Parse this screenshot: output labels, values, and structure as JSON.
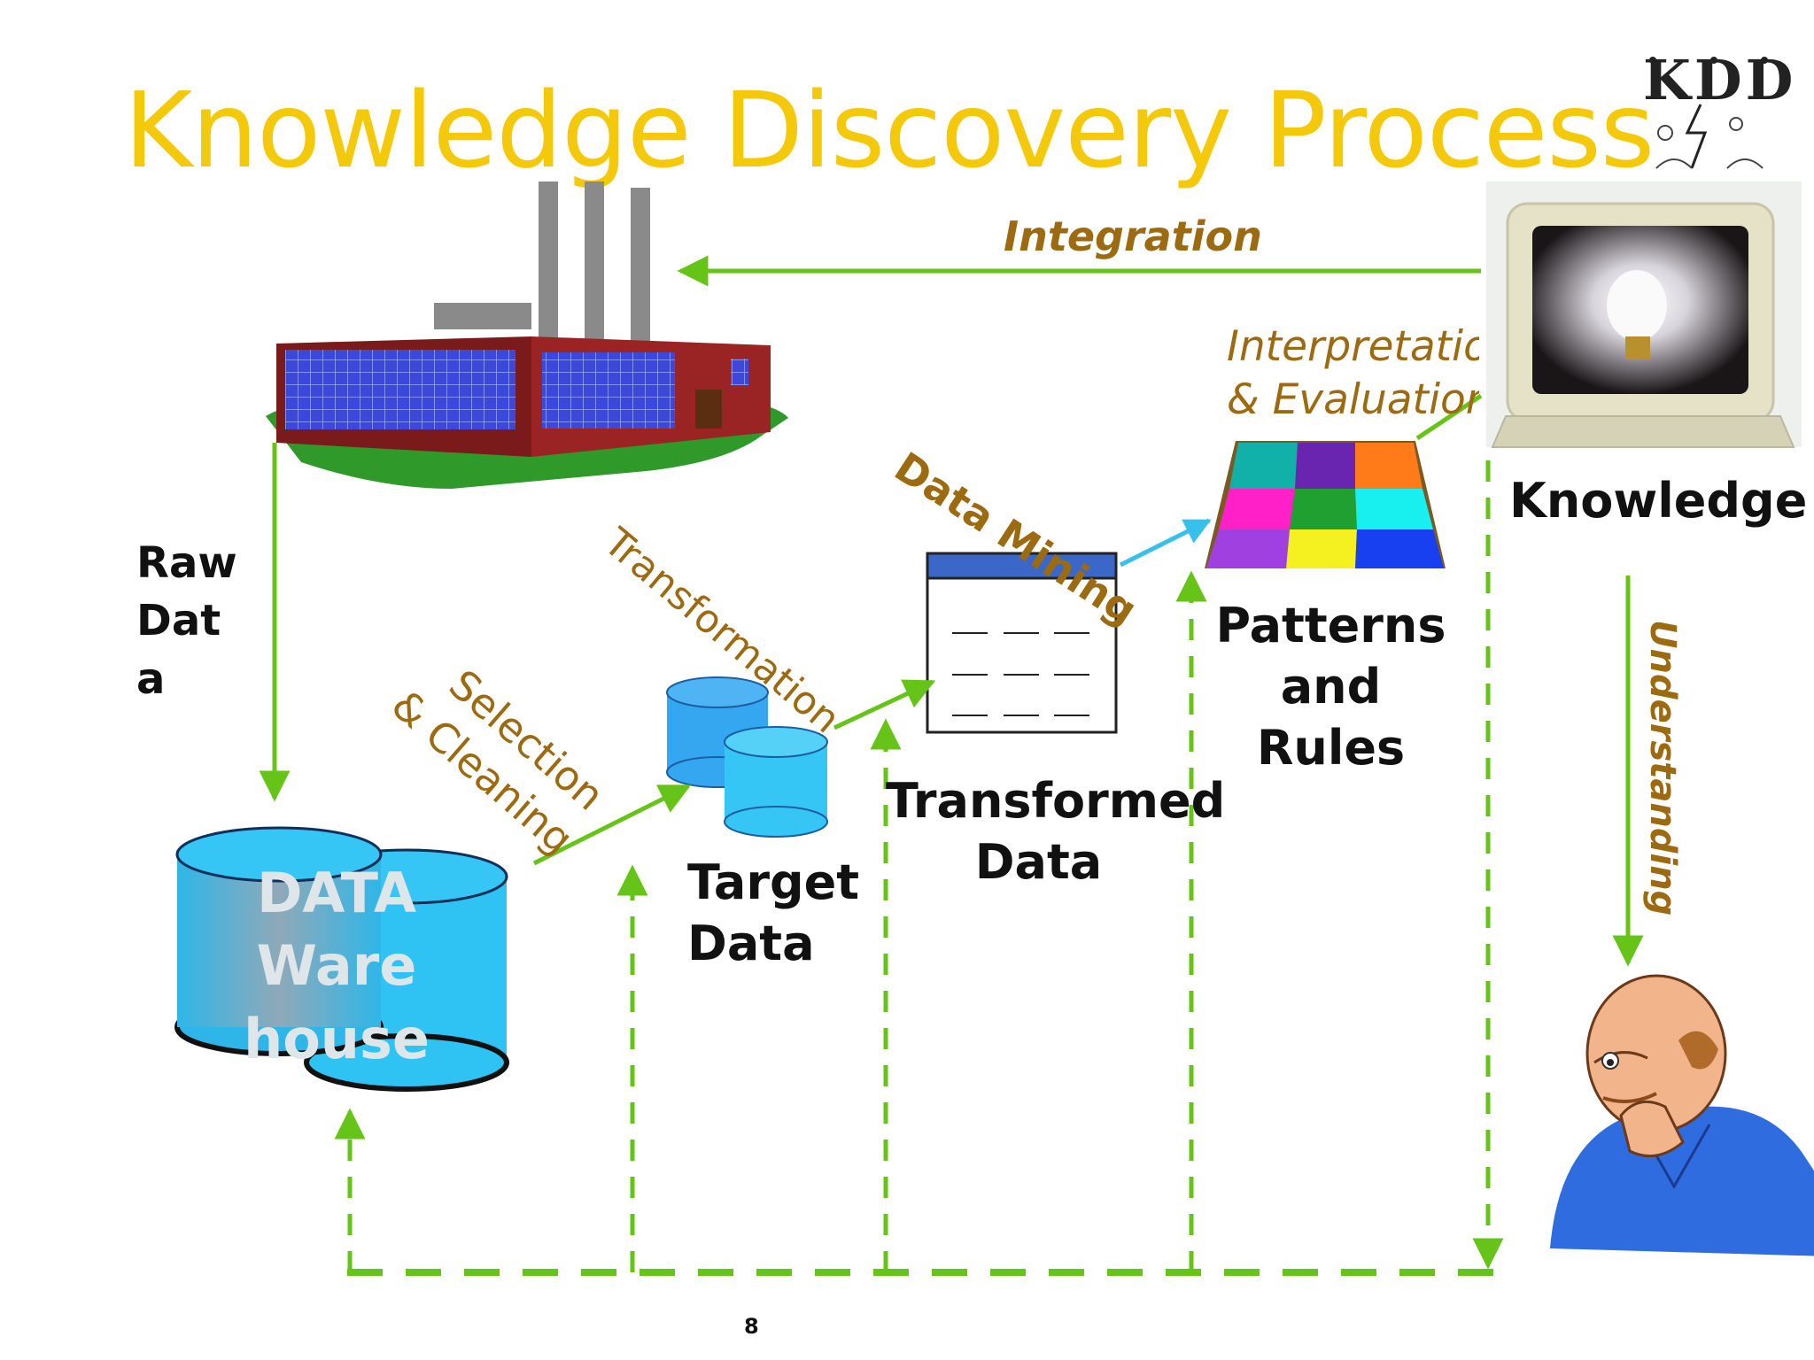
{
  "title": "Knowledge Discovery Process",
  "logo": {
    "text": "KDD"
  },
  "stages": {
    "integration": "Integration",
    "interpretation_line1": "Interpretation",
    "interpretation_line2": "& Evaluation",
    "data_mining": "Data Mining",
    "transformation": "Transformation",
    "selection_line1": "Selection",
    "selection_line2": "& Cleaning",
    "understanding": "Understanding"
  },
  "nodes": {
    "raw_data": [
      "Raw",
      "Dat",
      "a"
    ],
    "data_warehouse": [
      "DATA",
      "Ware",
      "house"
    ],
    "target_data": [
      "Target",
      "Data"
    ],
    "transformed_data": [
      "Transformed",
      "Data"
    ],
    "patterns": [
      "Patterns",
      "and",
      "Rules"
    ],
    "knowledge": "Knowledge"
  },
  "page_number": "8",
  "colors": {
    "title": "#f4c90a",
    "stage_label": "#9c6a10",
    "arrow": "#66c418",
    "cylinder": "#35c6f5",
    "node_label": "#111111"
  }
}
